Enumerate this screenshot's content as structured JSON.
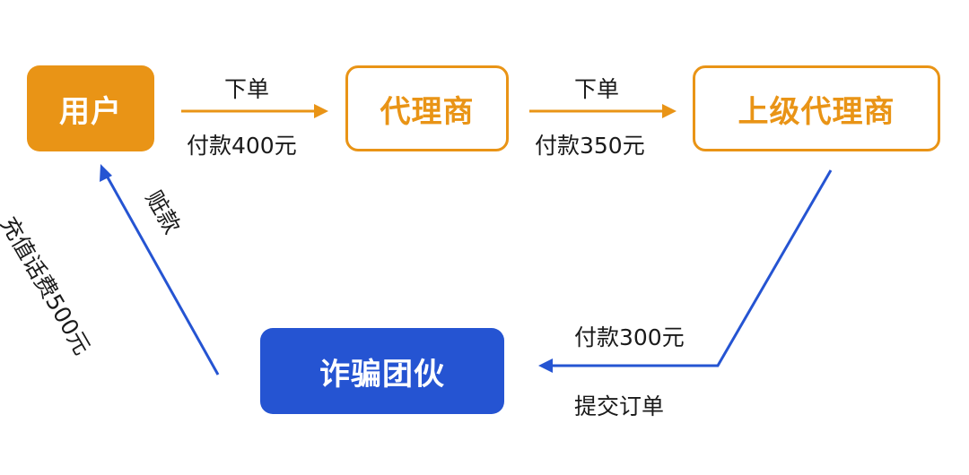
{
  "nodes": {
    "user": "用户",
    "agent": "代理商",
    "upper_agent": "上级代理商",
    "fraud_gang": "诈骗团伙"
  },
  "edges": {
    "user_to_agent": {
      "top": "下单",
      "bottom": "付款400元"
    },
    "agent_to_upper": {
      "top": "下单",
      "bottom": "付款350元"
    },
    "upper_to_fraud": {
      "top": "付款300元",
      "bottom": "提交订单"
    },
    "fraud_to_user": {
      "outer": "充值话费500元",
      "inner": "赃款"
    }
  },
  "colors": {
    "orange": "#E99416",
    "blue": "#2554D2",
    "text": "#1a1a1a"
  }
}
